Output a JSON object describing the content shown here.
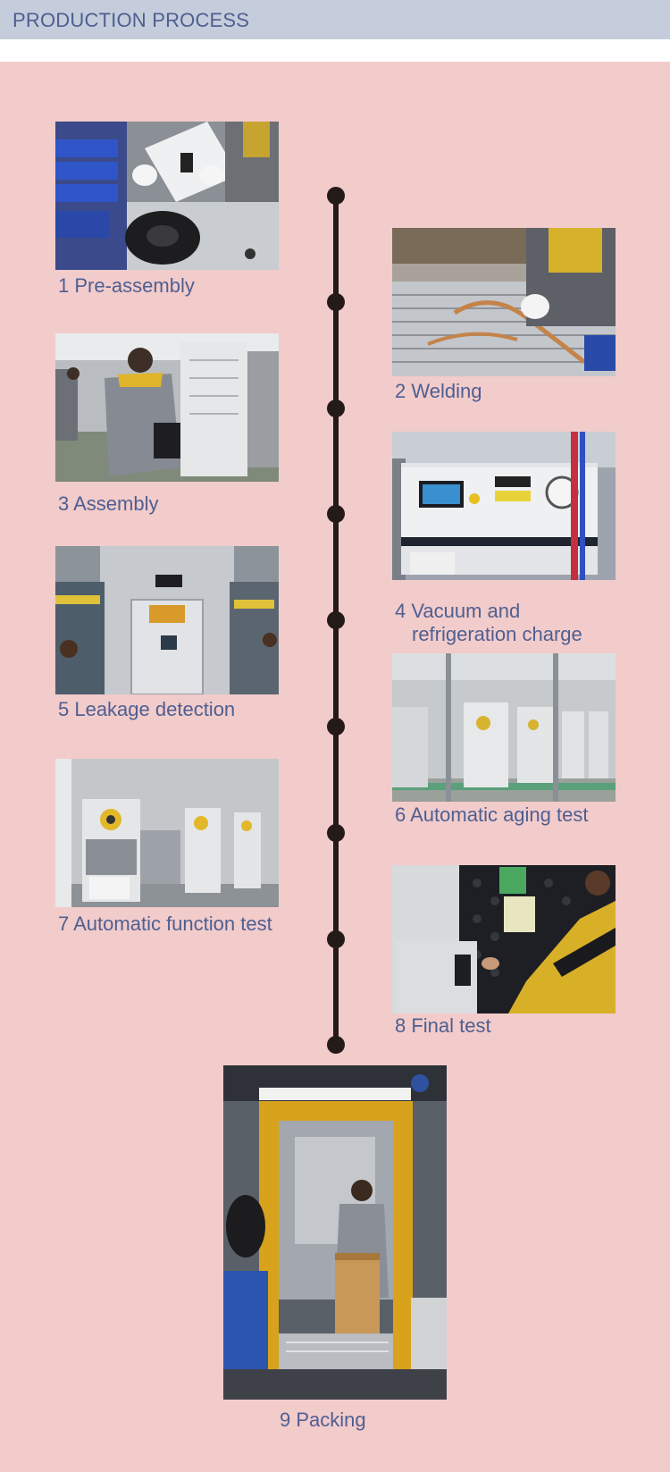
{
  "header": {
    "title": "PRODUCTION PROCESS"
  },
  "steps": [
    {
      "caption": "1 Pre-assembly"
    },
    {
      "caption": "2 Welding"
    },
    {
      "caption": "3 Assembly"
    },
    {
      "caption_line1": "4 Vacuum and",
      "caption_line2": "refrigeration charge"
    },
    {
      "caption": "5 Leakage detection"
    },
    {
      "caption": "6 Automatic aging test"
    },
    {
      "caption": "7 Automatic function test"
    },
    {
      "caption": "8 Final test"
    },
    {
      "caption": "9 Packing"
    }
  ]
}
